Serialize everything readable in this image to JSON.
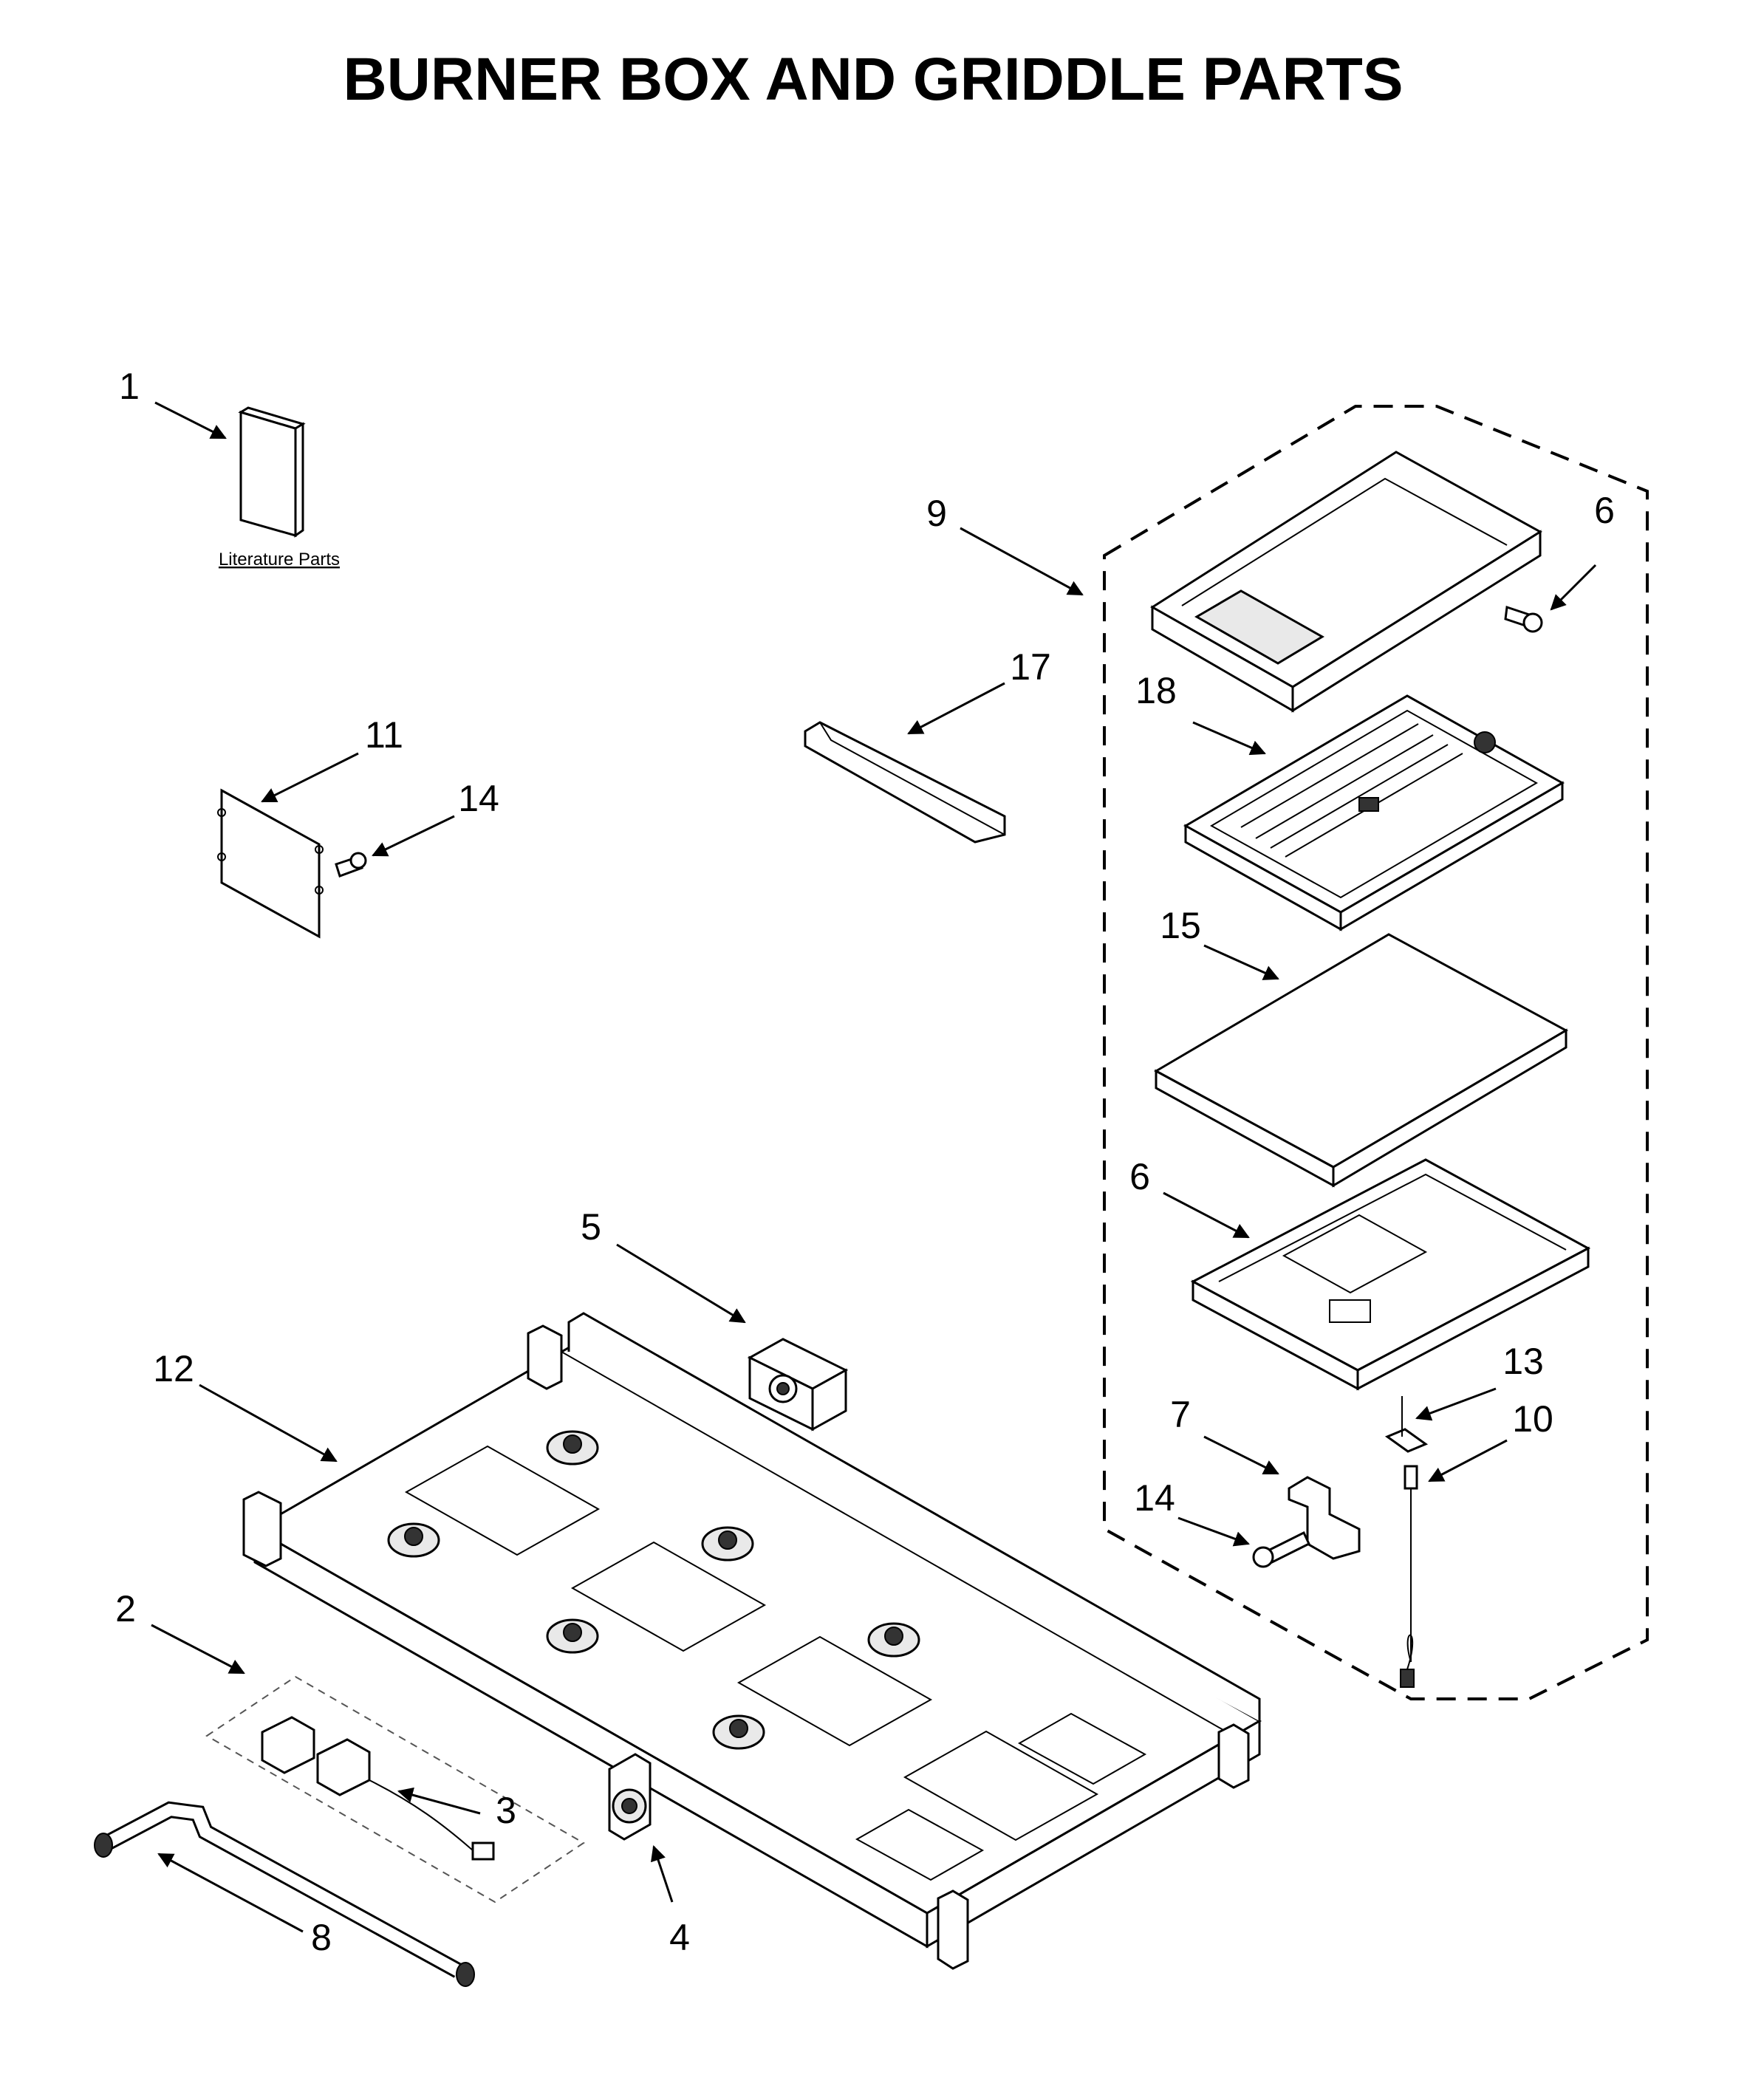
{
  "title": "BURNER BOX AND GRIDDLE PARTS",
  "literature_label": "Literature Parts",
  "callouts": {
    "c1": "1",
    "c2": "2",
    "c3": "3",
    "c4": "4",
    "c5": "5",
    "c6a": "6",
    "c6b": "6",
    "c7": "7",
    "c8": "8",
    "c9": "9",
    "c10": "10",
    "c11": "11",
    "c12": "12",
    "c13": "13",
    "c14a": "14",
    "c14b": "14",
    "c15": "15",
    "c17": "17",
    "c18": "18"
  }
}
